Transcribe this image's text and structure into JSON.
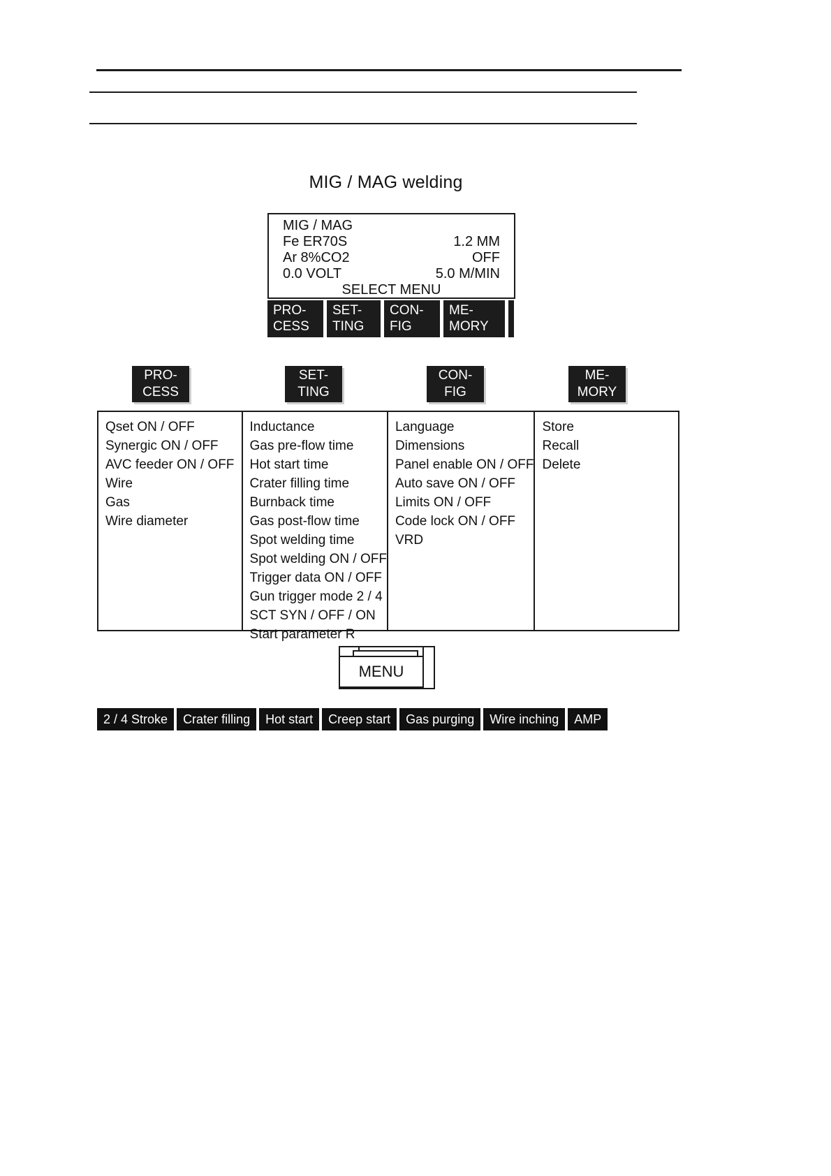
{
  "section": {
    "title": "MIG / MAG welding"
  },
  "display": {
    "line1_left": "MIG / MAG",
    "line1_right": "",
    "line2_left": "Fe ER70S",
    "line2_right": "1.2 MM",
    "line3_left": "Ar 8%CO2",
    "line3_right": "OFF",
    "line4_left": "0.0 VOLT",
    "line4_right": "5.0 M/MIN",
    "prompt": "SELECT MENU"
  },
  "softkeys": [
    {
      "line1": "PRO-",
      "line2": "CESS"
    },
    {
      "line1": "SET-",
      "line2": "TING"
    },
    {
      "line1": "CON-",
      "line2": "FIG"
    },
    {
      "line1": "ME-",
      "line2": "MORY"
    }
  ],
  "columns": [
    {
      "button": {
        "line1": "PRO-",
        "line2": "CESS"
      },
      "items": [
        "Qset ON / OFF",
        "Synergic ON / OFF",
        "AVC feeder ON / OFF",
        "Wire",
        "Gas",
        "Wire diameter"
      ]
    },
    {
      "button": {
        "line1": "SET-",
        "line2": "TING"
      },
      "items": [
        "Inductance",
        "Gas pre-flow time",
        "Hot start time",
        "Crater filling time",
        "Burnback time",
        "Gas post-flow time",
        "Spot welding time",
        "Spot welding ON / OFF",
        "Trigger data ON / OFF",
        "Gun trigger mode 2 / 4",
        "SCT  SYN / OFF / ON",
        "Start parameter R"
      ]
    },
    {
      "button": {
        "line1": "CON-",
        "line2": "FIG"
      },
      "items": [
        "Language",
        "Dimensions",
        "Panel enable ON / OFF",
        "Auto save ON / OFF",
        "Limits ON / OFF",
        "Code lock ON / OFF",
        "VRD"
      ]
    },
    {
      "button": {
        "line1": "ME-",
        "line2": "MORY"
      },
      "items": [
        "Store",
        "Recall",
        "Delete"
      ]
    }
  ],
  "menu_stack": {
    "label": "MENU"
  },
  "bottom_bar": [
    "2 / 4 Stroke",
    "Crater filling",
    "Hot start",
    "Creep start",
    "Gas purging",
    "Wire inching",
    "AMP"
  ],
  "colors": {
    "ink": "#111111",
    "key_fill": "#1c1c1c",
    "key_text": "#ffffff",
    "paper": "#ffffff"
  }
}
